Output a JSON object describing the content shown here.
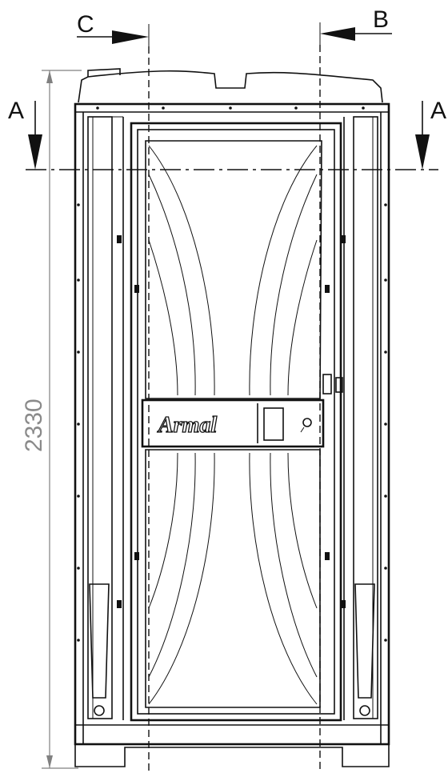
{
  "labels": {
    "section_c": "C",
    "section_b": "B",
    "section_a_left": "A",
    "section_a_right": "A",
    "height_dimension": "2330"
  },
  "brand": {
    "logo_text": "Armal"
  }
}
